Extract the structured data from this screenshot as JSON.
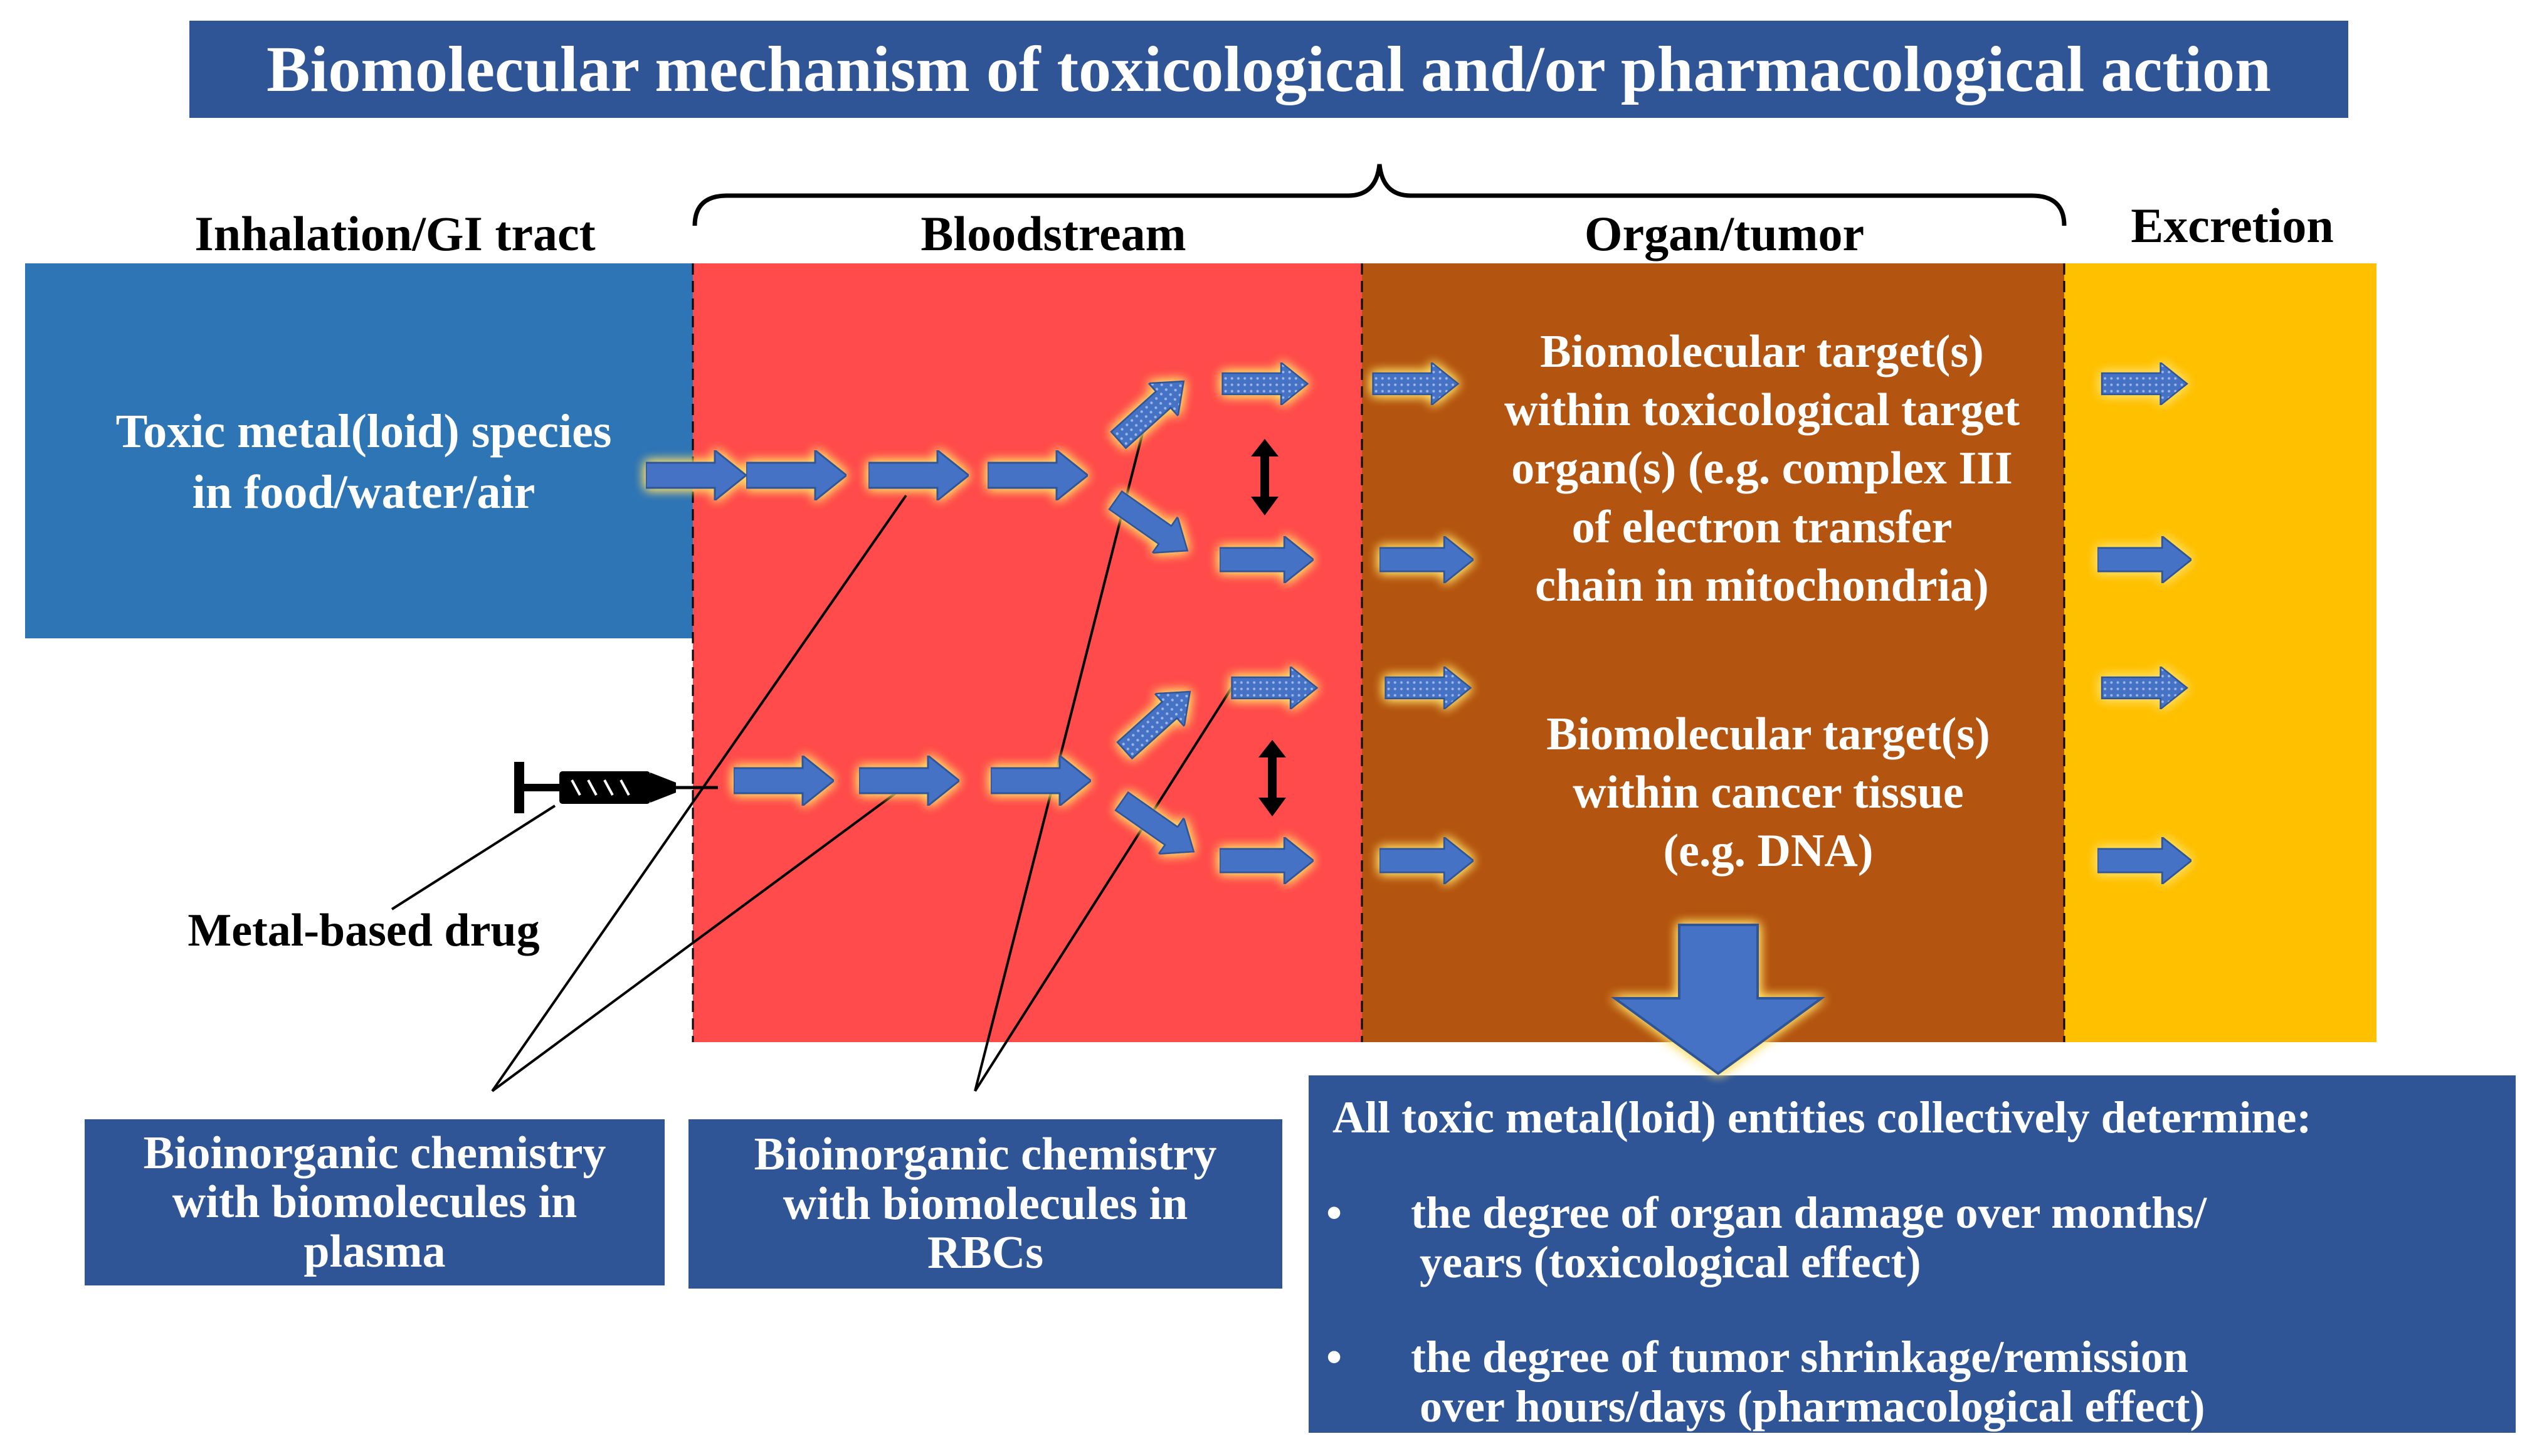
{
  "title": "Biomolecular mechanism of toxicological and/or pharmacological action",
  "headers": {
    "inhalation": "Inhalation/GI tract",
    "bloodstream": "Bloodstream",
    "organ": "Organ/tumor",
    "excretion": "Excretion"
  },
  "zones": {
    "toxic_species": [
      "Toxic metal(loid) species",
      "in food/water/air"
    ],
    "target_toxicological": [
      "Biomolecular target(s)",
      "within toxicological target",
      "organ(s) (e.g. complex III",
      "of electron transfer",
      "chain in mitochondria)"
    ],
    "target_cancer": [
      "Biomolecular target(s)",
      "within cancer tissue",
      "(e.g. DNA)"
    ]
  },
  "drug_label": "Metal-based drug",
  "labels": {
    "plasma": [
      "Bioinorganic chemistry",
      "with biomolecules in",
      "plasma"
    ],
    "rbc": [
      "Bioinorganic chemistry",
      "with biomolecules in",
      "RBCs"
    ]
  },
  "summary": {
    "heading": "All toxic metal(loid) entities collectively determine:",
    "bullet_symbol": "•",
    "bullets": [
      [
        "the degree of organ damage over months/",
        "years (toxicological effect)"
      ],
      [
        "the degree of tumor shrinkage/remission",
        "over hours/days (pharmacological effect)"
      ]
    ]
  },
  "colors": {
    "title_bg": "#2f5597",
    "inhalation": "#2e75b6",
    "bloodstream": "#ff4b4b",
    "organ": "#b35410",
    "excretion": "#ffc000",
    "arrow": "#4472c4",
    "glow": "#ffe066"
  },
  "icons": {
    "syringe": "syringe-icon",
    "arrow": "right-arrow-icon",
    "double_arrow": "double-arrow-icon",
    "brace": "curly-brace-icon"
  }
}
